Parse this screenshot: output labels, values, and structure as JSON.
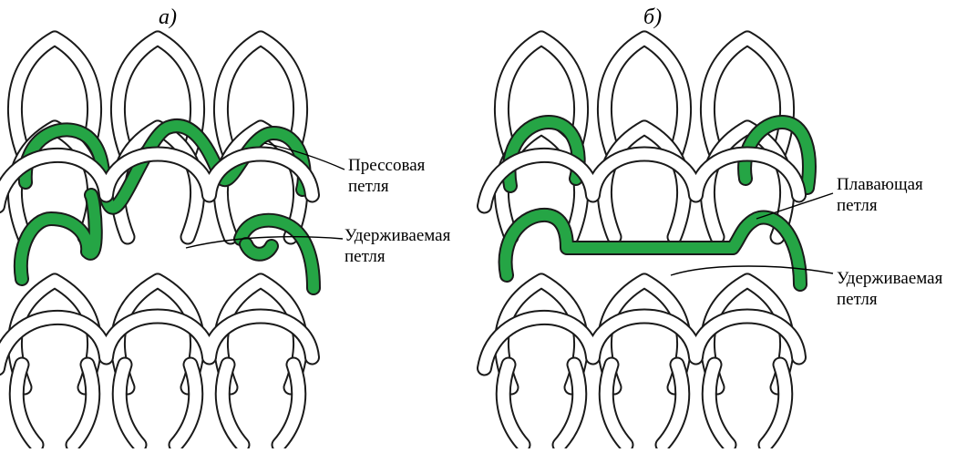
{
  "colors": {
    "accent_yarn": "#25a545",
    "outline": "#1a1a1a",
    "background": "#ffffff"
  },
  "panels": [
    {
      "label": "а)",
      "callouts": [
        {
          "line1": "Прессовая",
          "line2": "петля"
        },
        {
          "line1": "Удерживаемая",
          "line2": "петля"
        }
      ]
    },
    {
      "label": "б)",
      "callouts": [
        {
          "line1": "Плавающая",
          "line2": "петля"
        },
        {
          "line1": "Удерживаемая",
          "line2": "петля"
        }
      ]
    }
  ]
}
